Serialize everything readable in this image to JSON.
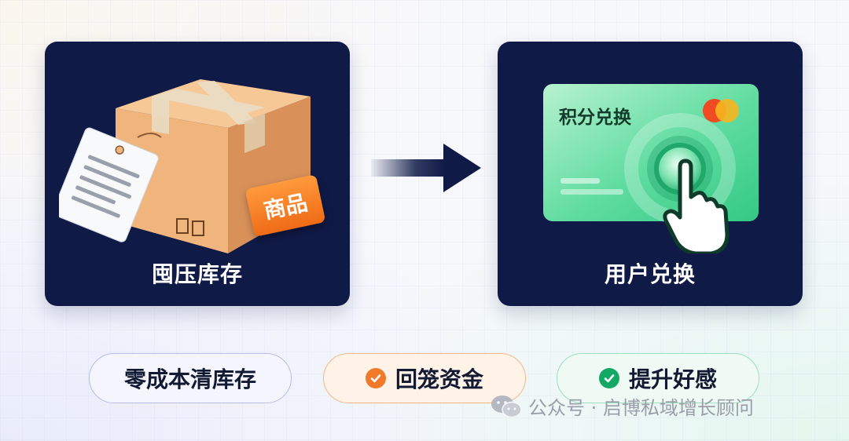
{
  "left_panel": {
    "caption": "囤压库存",
    "label": "商品"
  },
  "right_panel": {
    "caption": "用户兑换",
    "card_title": "积分兑换"
  },
  "pills": [
    {
      "label": "零成本清库存",
      "icon": "none"
    },
    {
      "label": "回笼资金",
      "icon": "check-circle-icon"
    },
    {
      "label": "提升好感",
      "icon": "check-circle-icon"
    }
  ],
  "watermark": {
    "text": "公众号 · 启博私域增长顾问",
    "icon": "wechat-icon"
  },
  "colors": {
    "panel_bg": "#0f1a47",
    "label_orange": "#f06b16",
    "card_green": "#3fd48f",
    "check_orange": "#f0792a",
    "check_green": "#14a866"
  }
}
